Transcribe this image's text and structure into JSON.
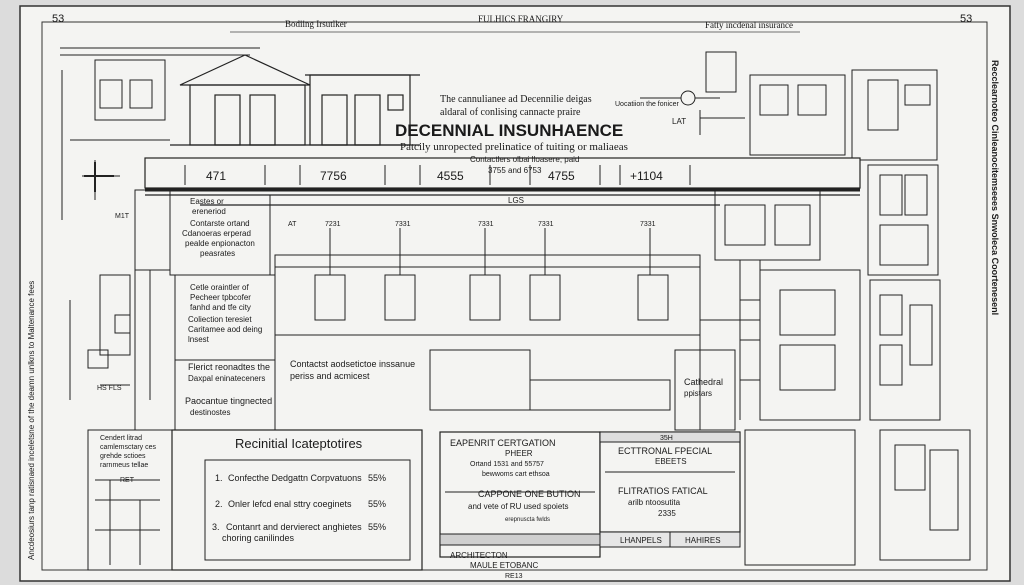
{
  "sheet": {
    "corner_left": "53",
    "corner_right": "53",
    "title_left": "Bodiing Irsutlker",
    "title_center": "FULHICS FRANGIRY",
    "title_right": "Fatty incdenal insurance"
  },
  "header": {
    "intro_line_1": "The cannulianee ad Decennilie deigas",
    "intro_line_2": "aldaral of conlising cannacte praire",
    "main_title": "DECENNIAL INSUNHAENCE",
    "subtitle": "Patcily unropected prelinatice of tuiting or maliaeas",
    "small_note": "Uocatiion the fonicer",
    "lat_label": "LAT"
  },
  "beam": {
    "caption_1": "Contactlers olbai lloasere, paid",
    "caption_2": "3755 and 6753",
    "dims": [
      "471",
      "7756",
      "4555",
      "4755",
      "+1104"
    ],
    "lg_label": "LGS",
    "sub_dims": [
      "7231",
      "7331",
      "7331",
      "7331",
      "7331"
    ],
    "mt_label": "M1T",
    "at_label": "AT"
  },
  "left_notes": {
    "note_a_1": "Eastes or",
    "note_a_2": "ereneriod",
    "note_b_1": "Contarste ortand",
    "note_b_2": "Cdanoeras erperad",
    "note_b_3": "pealde enpionacton",
    "note_b_4": "peasrates",
    "note_c_1": "Cetle oraintler of",
    "note_c_2": "Pecheer tpbcofer",
    "note_c_3": "fanhd and tfe city",
    "note_d_1": "Coliection teresiet",
    "note_d_2": "Caritamee aod deing",
    "note_d_3": "lnsest",
    "note_e_1": "Flerict reonadtes the",
    "note_e_2": "Daxpal eninateceners",
    "note_f_1": "Paocantue tingnected",
    "note_f_2": "destinostes",
    "hs_label": "HS FLS",
    "side_left_label": "Cendert litrad",
    "side_left_2": "camlemsctary ces",
    "side_left_3": "grehde sctioes",
    "side_left_4": "rarnmeus tellae",
    "rt_label": "RET"
  },
  "middle": {
    "note_1": "Contactst aodsetictoe inssanue",
    "note_2": "periss and acmicest",
    "cathedral_1": "Cathedral",
    "cathedral_2": "ppistars"
  },
  "requirements": {
    "title": "Recinitial Icateptotires",
    "items": [
      {
        "num": "1.",
        "text": "Confecthe Dedgattn Corpvatuons",
        "pct": "55%"
      },
      {
        "num": "2.",
        "text": "Onler lefcd enal sttry coeginets",
        "pct": "55%"
      },
      {
        "num": "3.",
        "text": "Contanrt and dervierect anghietes",
        "pct": "55%"
      }
    ],
    "item3_line2": "choring canilindes"
  },
  "center_block": {
    "line_1": "EAPENRIT CERTGATION",
    "line_2": "PHEER",
    "line_3": "Ortand 1531 and 55757",
    "line_4": "bewwoms cart ethsoa",
    "line_5": "CAPPONE ONE BUTION",
    "line_6": "and vete of RU used spoiets",
    "line_7": "erepnuscta fwlds",
    "bottom_1": "ARCHITECTON",
    "bottom_2": "MAULE ETOBANC",
    "bottom_3": "RE13"
  },
  "right_block": {
    "top_label": "35H",
    "line_1": "ECTTRONAL FPECIAL",
    "line_2": "EBEETS",
    "line_3": "FLITRATIOS FATICAL",
    "line_4": "arilb ntoosutita",
    "line_5": "2335",
    "footer_1": "LHANPELS",
    "footer_2": "HAHIRES"
  },
  "side_text": {
    "left_vertical": "Ancdeosiurs tanp ratisnaed inceletsne of the deamn unlkns to Maltenance fees",
    "right_vertical": "Recclearnoteo Cinleanocitemseees Snwoleca Coortenesenl"
  }
}
